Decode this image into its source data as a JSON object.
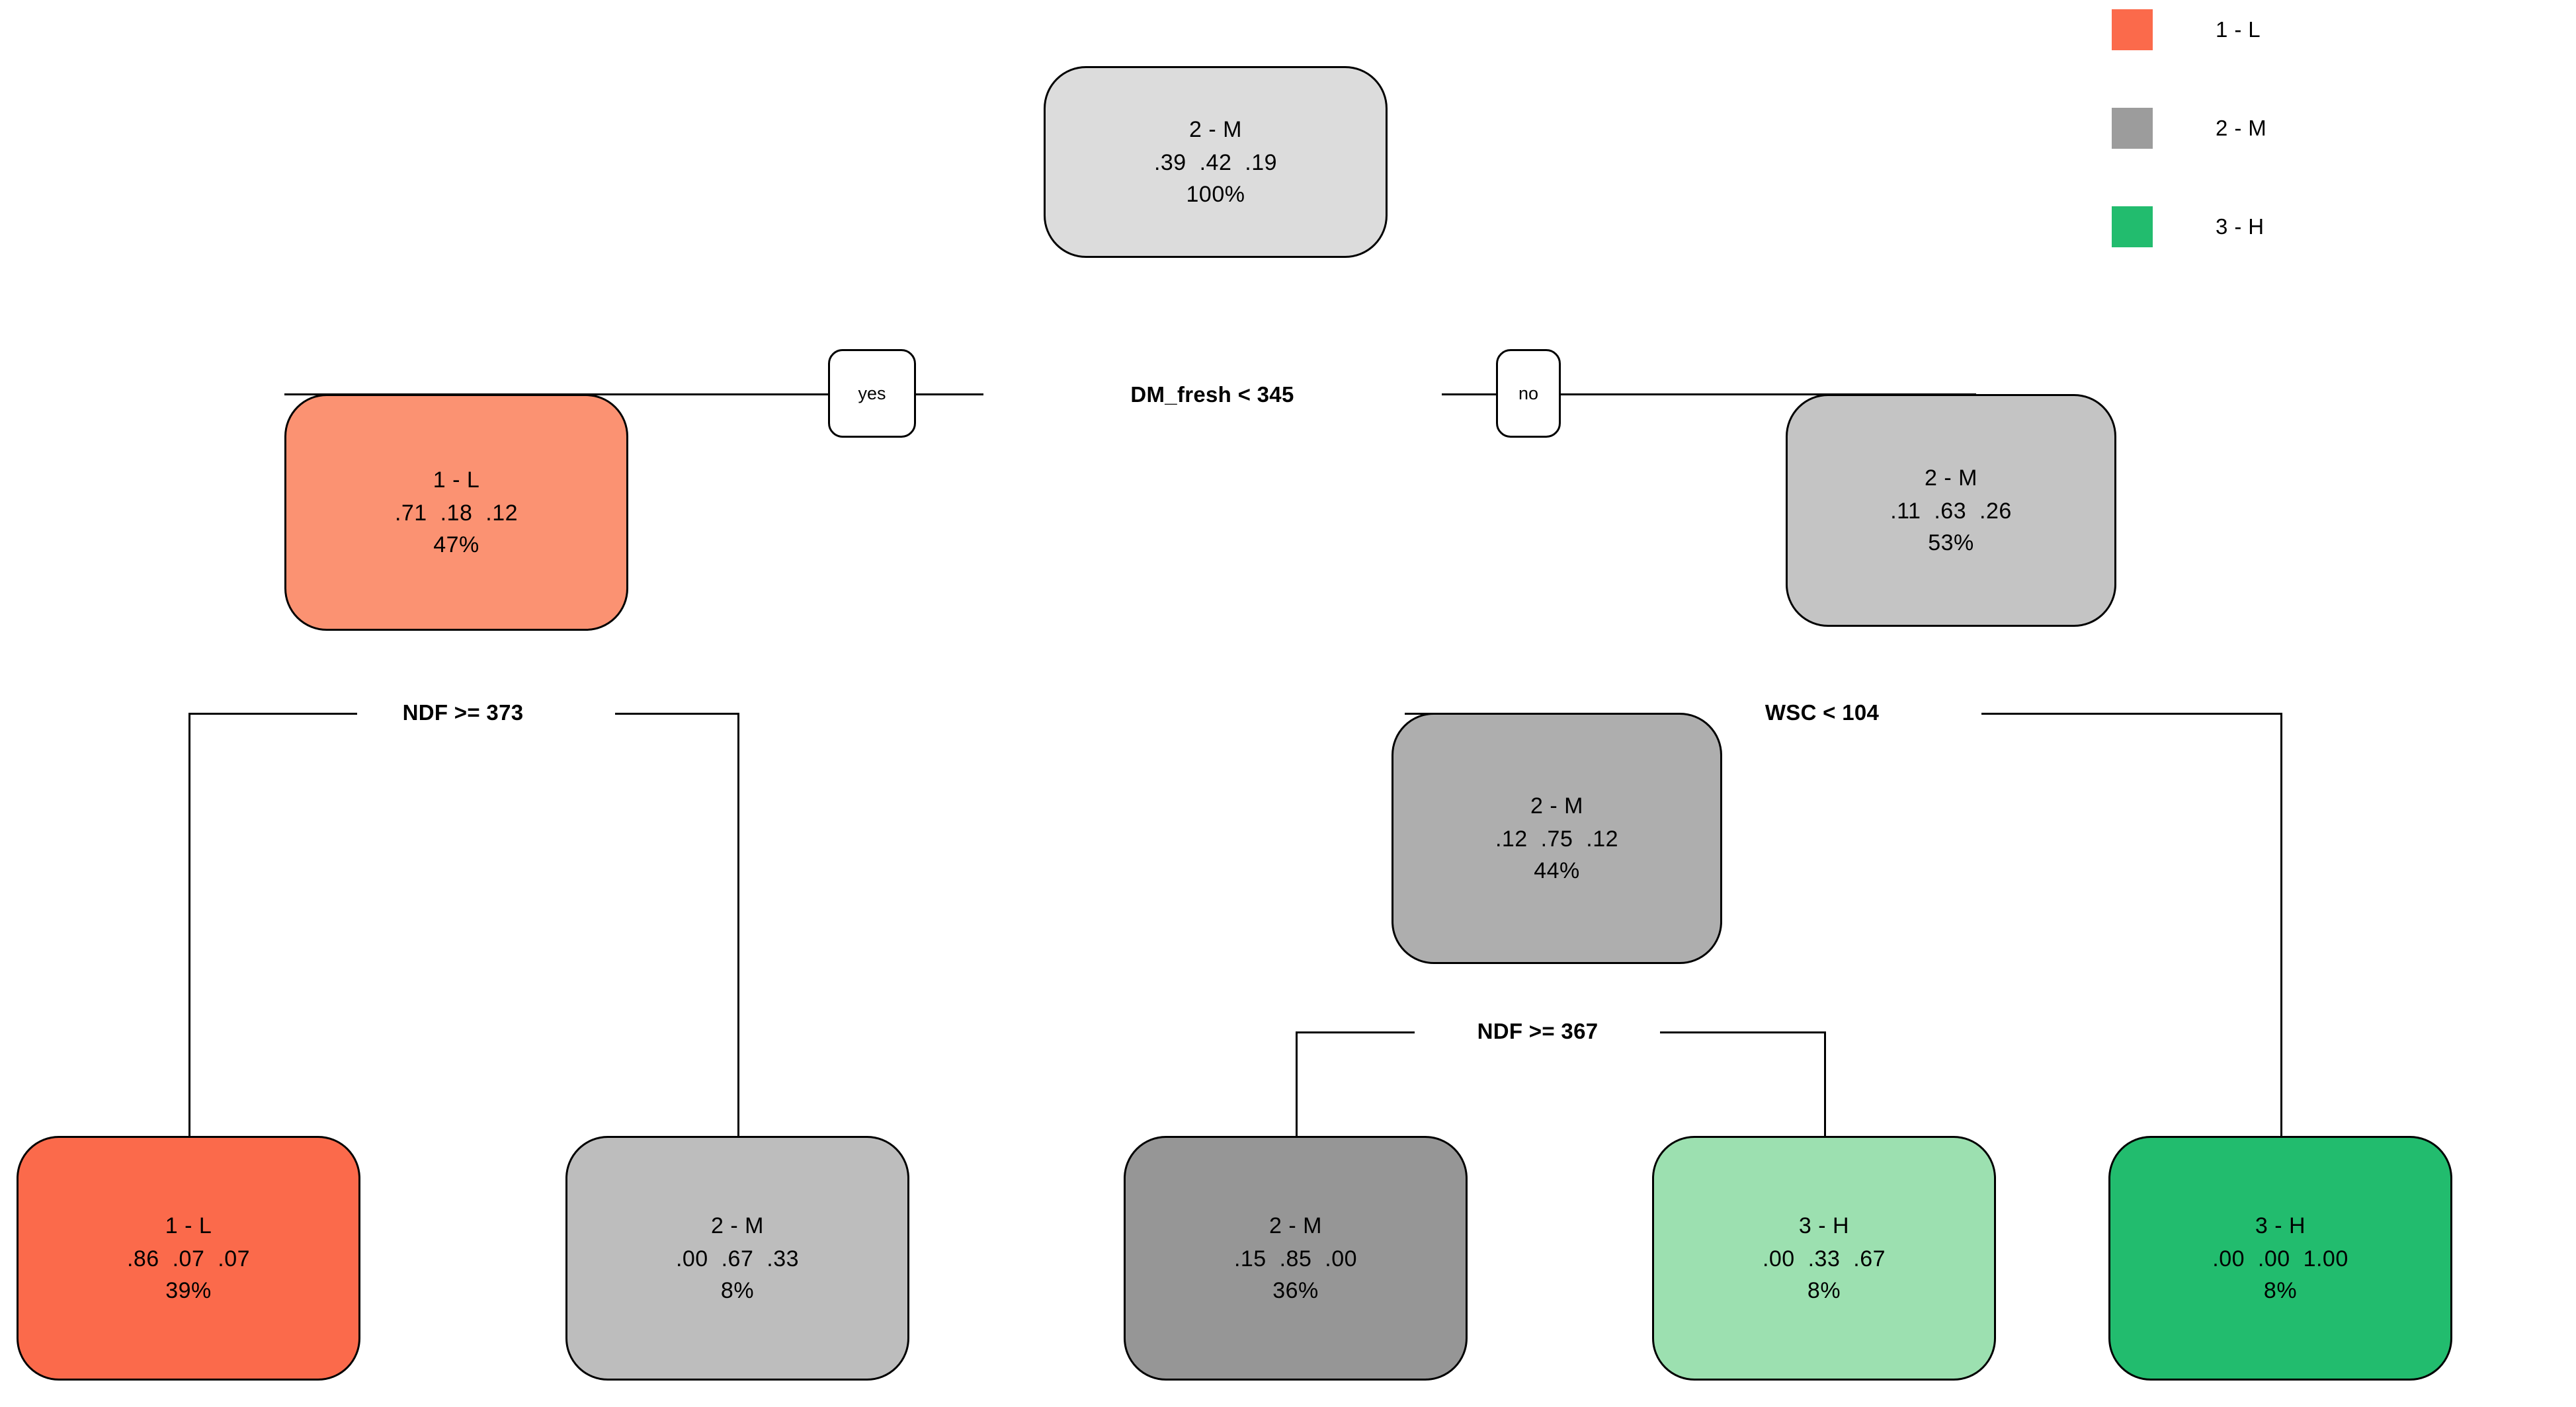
{
  "chart_data": {
    "type": "tree",
    "title": "",
    "description": "CART classification tree (rpart/rpart.plot style) predicting a 3-level ordinal class (1-L, 2-M, 3-H)",
    "class_labels": [
      "1 - L",
      "2 - M",
      "3 - H"
    ],
    "class_colors": [
      "#fb6a4b",
      "#9c9c9c",
      "#22bc6e"
    ],
    "splits": [
      {
        "id": "s0",
        "label": "DM_fresh < 345",
        "variable": "DM_fresh",
        "operator": "<",
        "threshold": 345
      },
      {
        "id": "s1",
        "label": "NDF >= 373",
        "variable": "NDF",
        "operator": ">=",
        "threshold": 373
      },
      {
        "id": "s2",
        "label": "WSC < 104",
        "variable": "WSC",
        "operator": "<",
        "threshold": 104
      },
      {
        "id": "s3",
        "label": "NDF >= 367",
        "variable": "NDF",
        "operator": ">=",
        "threshold": 367
      }
    ],
    "branch_labels": {
      "yes": "yes",
      "no": "no"
    },
    "nodes": [
      {
        "id": "n0",
        "class": "2 - M",
        "probs": ".39  .42  .19",
        "pct": "100%",
        "prob_values": [
          0.39,
          0.42,
          0.19
        ],
        "n_pct": 100,
        "fill": "#dcdcdc",
        "depth": 0,
        "is_leaf": false
      },
      {
        "id": "n1",
        "class": "1 - L",
        "probs": ".71  .18  .12",
        "pct": "47%",
        "prob_values": [
          0.71,
          0.18,
          0.12
        ],
        "n_pct": 47,
        "fill": "#fb9272",
        "depth": 1,
        "is_leaf": false
      },
      {
        "id": "n2",
        "class": "2 - M",
        "probs": ".11  .63  .26",
        "pct": "53%",
        "prob_values": [
          0.11,
          0.63,
          0.26
        ],
        "n_pct": 53,
        "fill": "#c4c4c4",
        "depth": 1,
        "is_leaf": false
      },
      {
        "id": "n3",
        "class": "2 - M",
        "probs": ".12  .75  .12",
        "pct": "44%",
        "prob_values": [
          0.12,
          0.75,
          0.12
        ],
        "n_pct": 44,
        "fill": "#aeaeae",
        "depth": 2,
        "is_leaf": false
      },
      {
        "id": "n4",
        "class": "1 - L",
        "probs": ".86  .07  .07",
        "pct": "39%",
        "prob_values": [
          0.86,
          0.07,
          0.07
        ],
        "n_pct": 39,
        "fill": "#fb6a4b",
        "depth": 3,
        "is_leaf": true
      },
      {
        "id": "n5",
        "class": "2 - M",
        "probs": ".00  .67  .33",
        "pct": "8%",
        "prob_values": [
          0.0,
          0.67,
          0.33
        ],
        "n_pct": 8,
        "fill": "#bdbdbd",
        "depth": 3,
        "is_leaf": true
      },
      {
        "id": "n6",
        "class": "2 - M",
        "probs": ".15  .85  .00",
        "pct": "36%",
        "prob_values": [
          0.15,
          0.85,
          0.0
        ],
        "n_pct": 36,
        "fill": "#969696",
        "depth": 3,
        "is_leaf": true
      },
      {
        "id": "n7",
        "class": "3 - H",
        "probs": ".00  .33  .67",
        "pct": "8%",
        "prob_values": [
          0.0,
          0.33,
          0.67
        ],
        "n_pct": 8,
        "fill": "#9ce0b0",
        "depth": 3,
        "is_leaf": true
      },
      {
        "id": "n8",
        "class": "3 - H",
        "probs": ".00  .00  1.00",
        "pct": "8%",
        "prob_values": [
          0.0,
          0.0,
          1.0
        ],
        "n_pct": 8,
        "fill": "#22bc6e",
        "depth": 3,
        "is_leaf": true
      }
    ]
  },
  "legend": {
    "position": "top-right",
    "items": [
      {
        "label": "1 - L",
        "color": "#fb6a4b"
      },
      {
        "label": "2 - M",
        "color": "#9c9c9c"
      },
      {
        "label": "3 - H",
        "color": "#22bc6e"
      }
    ]
  },
  "nodes": {
    "root": {
      "class": "2 - M",
      "probs": ".39  .42  .19",
      "pct": "100%"
    },
    "left1": {
      "class": "1 - L",
      "probs": ".71  .18  .12",
      "pct": "47%"
    },
    "right1": {
      "class": "2 - M",
      "probs": ".11  .63  .26",
      "pct": "53%"
    },
    "mid2": {
      "class": "2 - M",
      "probs": ".12  .75  .12",
      "pct": "44%"
    },
    "leaf1": {
      "class": "1 - L",
      "probs": ".86  .07  .07",
      "pct": "39%"
    },
    "leaf2": {
      "class": "2 - M",
      "probs": ".00  .67  .33",
      "pct": "8%"
    },
    "leaf3": {
      "class": "2 - M",
      "probs": ".15  .85  .00",
      "pct": "36%"
    },
    "leaf4": {
      "class": "3 - H",
      "probs": ".00  .33  .67",
      "pct": "8%"
    },
    "leaf5": {
      "class": "3 - H",
      "probs": ".00  .00  1.00",
      "pct": "8%"
    }
  },
  "splits": {
    "root": "DM_fresh < 345",
    "left": "NDF >= 373",
    "right": "WSC < 104",
    "inner": "NDF >= 367"
  },
  "branches": {
    "yes": "yes",
    "no": "no"
  }
}
